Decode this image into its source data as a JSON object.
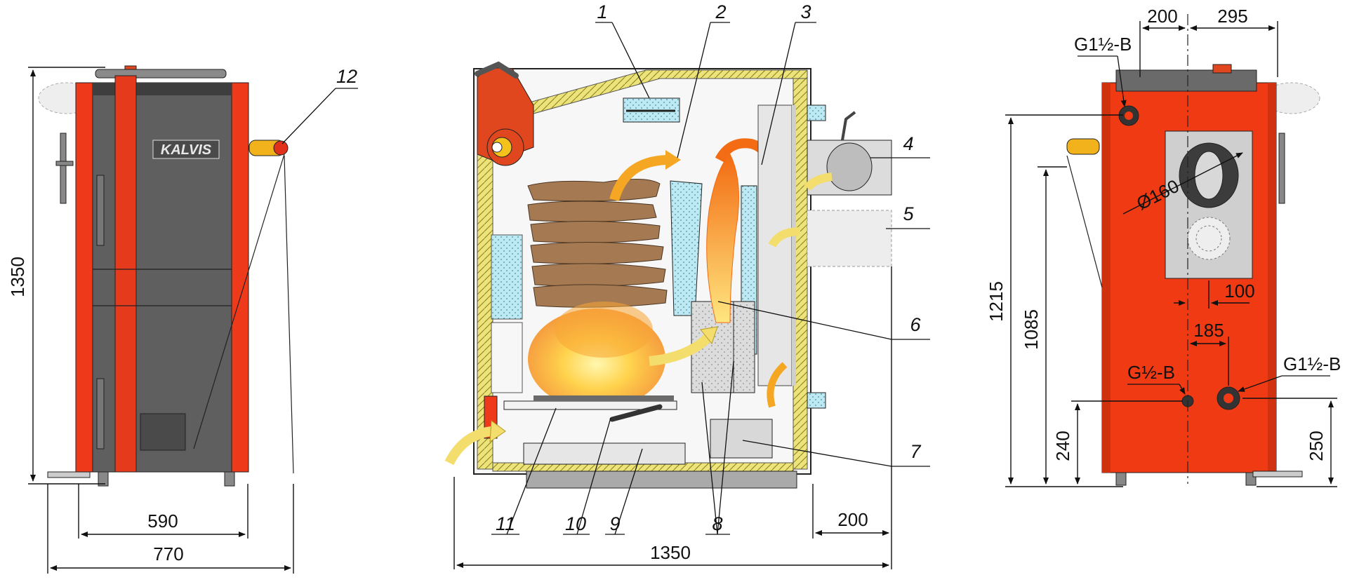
{
  "diagram": {
    "logo_text": "KALVIS",
    "front_view": {
      "height_label": "1350",
      "inner_width_label": "590",
      "outer_width_label": "770",
      "callout_12": "12"
    },
    "section_view": {
      "callouts": [
        "1",
        "2",
        "3",
        "4",
        "5",
        "6",
        "7",
        "8",
        "9",
        "10",
        "11"
      ],
      "total_depth_label": "1350",
      "flue_depth_label": "200"
    },
    "rear_view": {
      "top_left_label": "200",
      "top_right_label": "295",
      "outlet_label": "G1½-B",
      "flue_diameter_label": "Ø160",
      "flue_offset_label": "100",
      "inlet_spacing_label": "185",
      "small_inlet_label": "G½-B",
      "return_label": "G1½-B",
      "height_1215": "1215",
      "height_1085": "1085",
      "height_240": "240",
      "height_250": "250"
    },
    "colors": {
      "red_panel": "#ee3a1a",
      "dark_panel": "#5f5f5f",
      "insulation_yellow": "#e8d85a",
      "water_blue": "#bfe9f2",
      "flame_orange": "#f5a623",
      "wood_brown": "#a57a52",
      "arrow_yellow": "#f3dd6c"
    }
  }
}
